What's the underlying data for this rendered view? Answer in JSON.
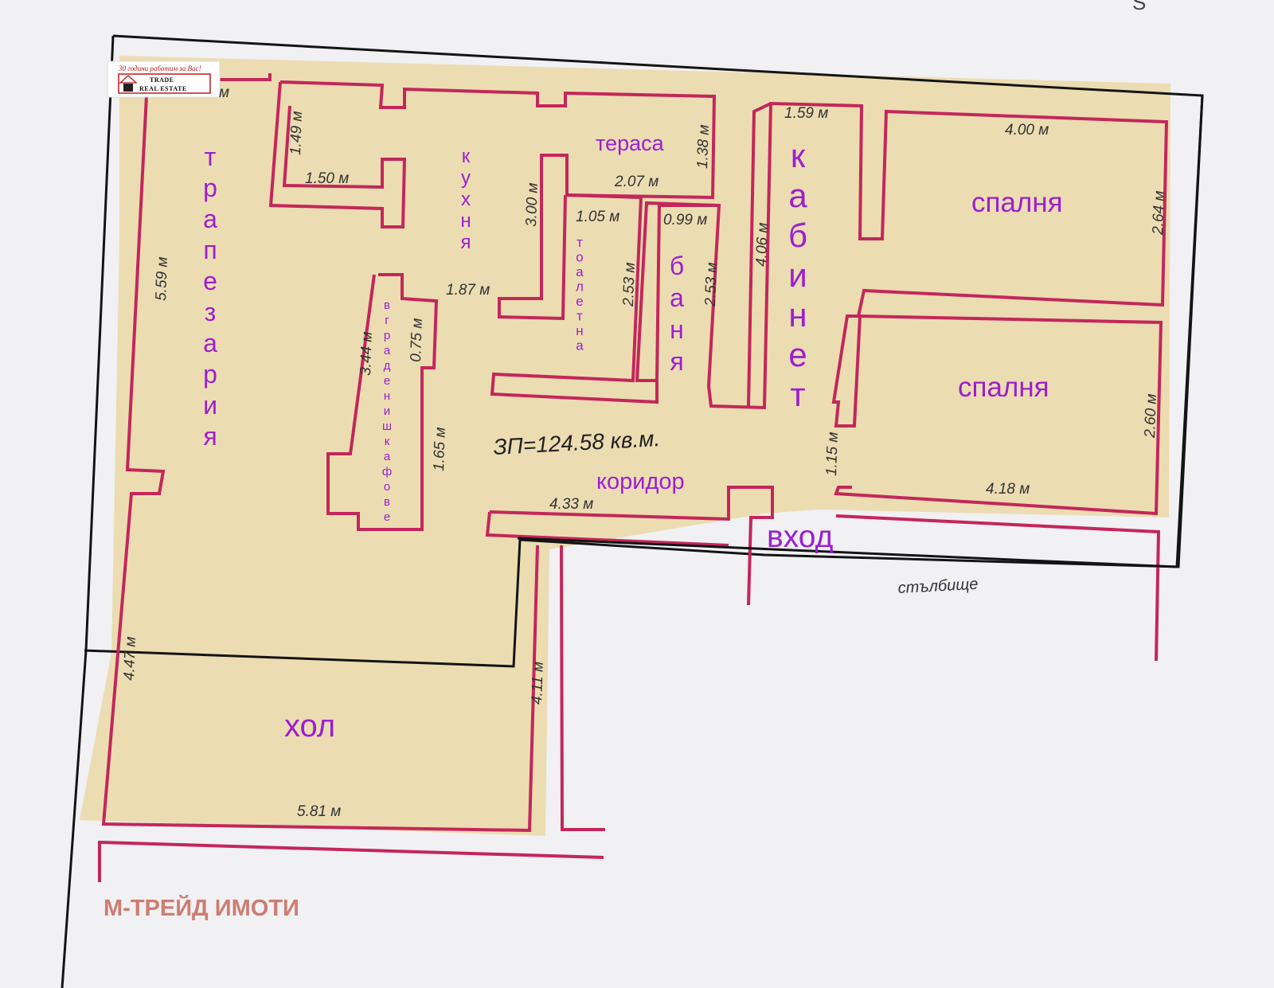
{
  "logo": {
    "tagline": "30 години работим за Вас!",
    "brand_line1": "TRADE",
    "brand_line2": "REAL ESTATE"
  },
  "corner_mark": "S",
  "area_label": "ЗП=124.58 кв.м.",
  "watermark": "М-ТРЕЙД ИМОТИ",
  "rooms": {
    "dining": "трапезария",
    "kitchen": "кухня",
    "terrace": "тераса",
    "toilet": "тоалетна",
    "bathroom": "баня",
    "study": "кабинет",
    "bedroom1": "спалня",
    "bedroom2": "спалня",
    "wardrobes": "вградени шкафове",
    "corridor": "коридор",
    "entrance": "вход",
    "stairwell": "стълбище",
    "living": "хол"
  },
  "dimensions": {
    "top_left_m": "м",
    "kitchen_w_upper": "1.49 м",
    "kitchen_w_lower": "1.50 м",
    "terrace_h": "1.38 м",
    "terrace_w": "2.07 м",
    "kitchen_wall": "3.00 м",
    "toilet_w": "1.05 м",
    "toilet_h": "2.53 м",
    "bath_w": "0.99 м",
    "bath_h": "2.53 м",
    "study_w": "1.59 м",
    "study_h": "4.06 м",
    "bed1_w": "4.00 м",
    "bed1_h": "2.64 м",
    "bed2_h": "2.60 м",
    "bed2_w": "4.18 м",
    "dining_h": "5.59 м",
    "kitchen_len": "1.87 м",
    "wardrobe_h": "3.44 м",
    "wardrobe_depth": "0.75 м",
    "wardrobe_lower": "1.65 м",
    "corridor_w": "4.33 м",
    "entrance_w": "1.15 м",
    "living_left": "4.47 м",
    "living_right": "4.11 м",
    "living_w": "5.81 м"
  }
}
